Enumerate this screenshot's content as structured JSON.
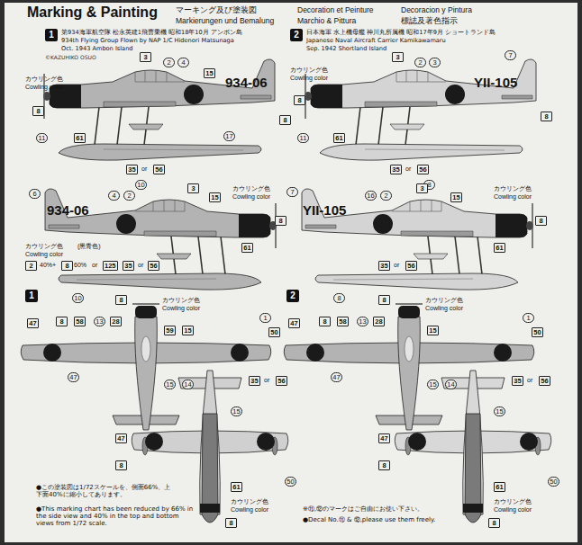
{
  "diagram": {
    "title": "Marking & Painting",
    "nodes": [
      {
        "text": [
          "1"
        ]
      },
      {
        "text": [
          "2"
        ]
      },
      {
        "text": [
          "1"
        ]
      },
      {
        "text": [
          "2"
        ]
      }
    ],
    "labels": [
      "マーキング及び塗装図",
      "Markierungen und Bemalung",
      "Decoration et Peinture",
      "Marchio & Pittura",
      "Decoracion y Pintura",
      "標誌及著色指示",
      "第934海軍航空隊 松永英建1飛曹乗機 昭和18年10月 アンボン島",
      "934th Flying Group Flown by NAP 1/C Hidenori Matsunaga",
      "Oct. 1943 Ambon Island",
      "©KAZUHIKO OSUO",
      "日本海軍 水上機母艦 神川丸所属機 昭和17年9月 ショートランド島",
      "Japanese Naval Aircraft Carrier Kamikawamaru",
      "Sep. 1942 Shortland Island",
      "カウリング色",
      "Cowling color",
      "8",
      "3",
      "2",
      "4",
      "15",
      "934-06",
      "8",
      "11",
      "61",
      "17",
      "35",
      "or",
      "56",
      "10",
      "6",
      "934-06",
      "4",
      "2",
      "3",
      "15",
      "カウリング色",
      "Cowling color",
      "8",
      "カウリング色",
      "(黒青色)",
      "Cowling color",
      "2",
      "40%+",
      "8",
      "60%",
      "or",
      "125",
      "35",
      "or",
      "56",
      "61",
      "10",
      "カウリング色",
      "Cowling color",
      "8",
      "3",
      "2",
      "3",
      "7",
      "YII-105",
      "8",
      "11",
      "61",
      "35",
      "or",
      "56",
      "8",
      "7",
      "YII-105",
      "16",
      "2",
      "3",
      "15",
      "カウリング色",
      "Cowling color",
      "8",
      "35",
      "or",
      "56",
      "61",
      "8",
      "47",
      "8",
      "58",
      "13",
      "28",
      "8",
      "カウリング色",
      "Cowling color",
      "59",
      "15",
      "1",
      "50",
      "47",
      "15",
      "14",
      "35",
      "or",
      "56",
      "15",
      "47",
      "8",
      "61",
      "50",
      "カウリング色",
      "Cowling color",
      "8",
      "47",
      "8",
      "58",
      "13",
      "28",
      "8",
      "カウリング色",
      "Cowling color",
      "15",
      "1",
      "50",
      "47",
      "15",
      "14",
      "35",
      "or",
      "56",
      "15",
      "47",
      "8",
      "61",
      "50",
      "カウリング色",
      "Cowling color",
      "8",
      "●この塗装図は1/72スケールを、側面66%、上下面40%に縮小してあります。",
      "●This marking chart has been reduced by 66% in the side view and 40% in the top and bottom views from 1/72 scale.",
      "※⑪,⑫のマークはご自由にお使い下さい。",
      "●Decal No.⑪ & ⑫,please use them freely."
    ]
  }
}
